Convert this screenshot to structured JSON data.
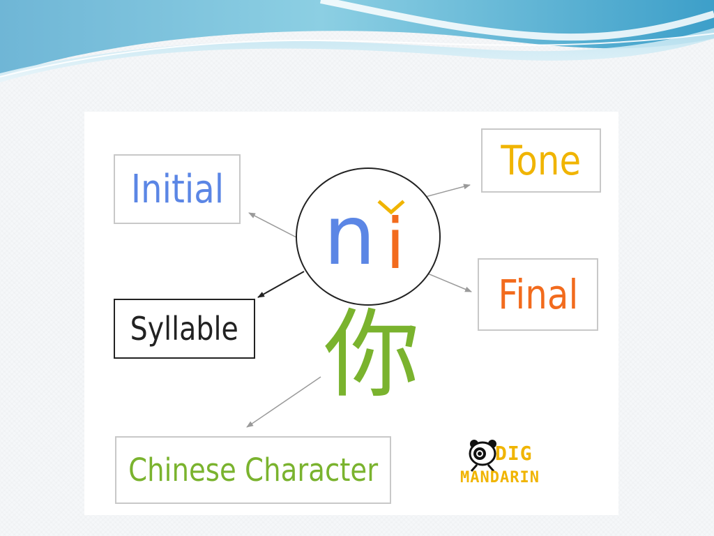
{
  "diagram": {
    "labels": {
      "initial": "Initial",
      "tone": "Tone",
      "final": "Final",
      "syllable": "Syllable",
      "character": "Chinese Character"
    },
    "pinyin": {
      "initial": "n",
      "final": "i",
      "tone_mark": "ˇ"
    },
    "hanzi": "你",
    "colors": {
      "initial": "#5b86e5",
      "tone": "#f0b400",
      "final": "#f26b1d",
      "syllable": "#222222",
      "character": "#7ab32e",
      "arrow": "#9a9a9a"
    }
  },
  "logo": {
    "line1": "DIG",
    "line2": "MANDARIN",
    "color": "#f0b400"
  }
}
